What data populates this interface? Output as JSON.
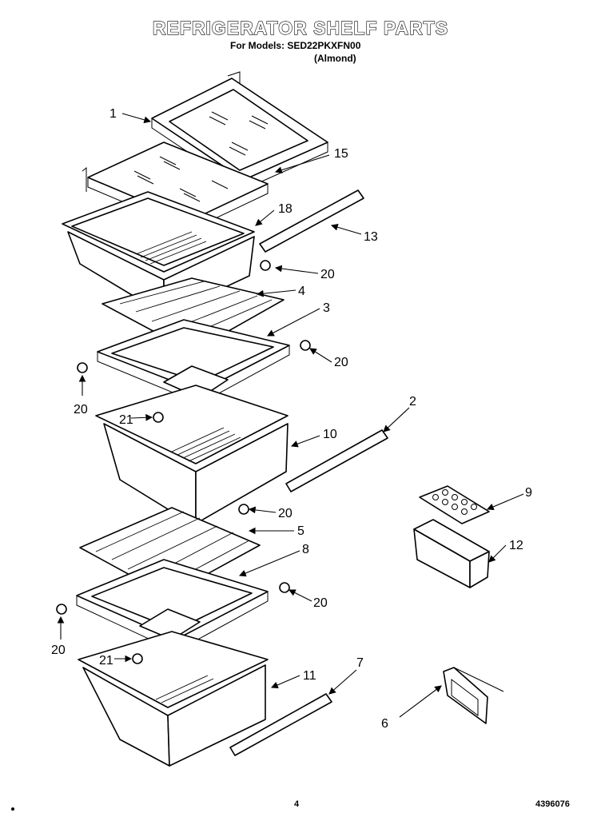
{
  "header": {
    "title": "REFRIGERATOR SHELF PARTS",
    "models_line": "For Models: SED22PKXFN00",
    "color_line": "(Almond)"
  },
  "callouts": {
    "c1": "1",
    "c15": "15",
    "c18": "18",
    "c13": "13",
    "c20a": "20",
    "c4": "4",
    "c3": "3",
    "c20b": "20",
    "c20c": "20",
    "c2": "2",
    "c21a": "21",
    "c10": "10",
    "c20d": "20",
    "c9": "9",
    "c5": "5",
    "c12": "12",
    "c8": "8",
    "c20e": "20",
    "c20f": "20",
    "c21b": "21",
    "c11": "11",
    "c7": "7",
    "c6": "6"
  },
  "footer": {
    "page": "4",
    "doc_number": "4396076"
  }
}
